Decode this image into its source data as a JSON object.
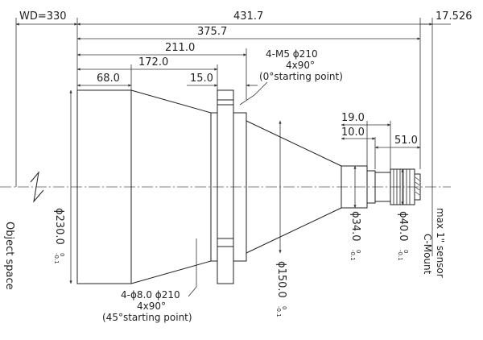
{
  "dimensions": {
    "wd": "WD=330",
    "total_length": "431.7",
    "length_375": "375.7",
    "length_211": "211.0",
    "length_172": "172.0",
    "length_68": "68.0",
    "length_15": "15.0",
    "length_19": "19.0",
    "length_10": "10.0",
    "length_51": "51.0",
    "back_focus": "17.526"
  },
  "diameters": {
    "front": "ϕ230.0",
    "front_tol_upper": "0",
    "front_tol_lower": "-0.1",
    "mid": "ϕ150.0",
    "mid_tol_upper": "0",
    "mid_tol_lower": "-0.1",
    "small": "ϕ34.0",
    "small_tol_upper": "0",
    "small_tol_lower": "-0.1",
    "mount": "ϕ40.0",
    "mount_tol_upper": "0",
    "mount_tol_lower": "-0.1"
  },
  "notes": {
    "top_hole_line1": "4-M5 ϕ210",
    "top_hole_line2": "4x90°",
    "top_hole_line3": "(0°starting point)",
    "bottom_hole_line1": "4-ϕ8.0  ϕ210",
    "bottom_hole_line2": "4x90°",
    "bottom_hole_line3": "(45°starting point)"
  },
  "labels": {
    "object_space": "Object space",
    "sensor": "max 1\" sensor",
    "mount": "C-Mount"
  }
}
